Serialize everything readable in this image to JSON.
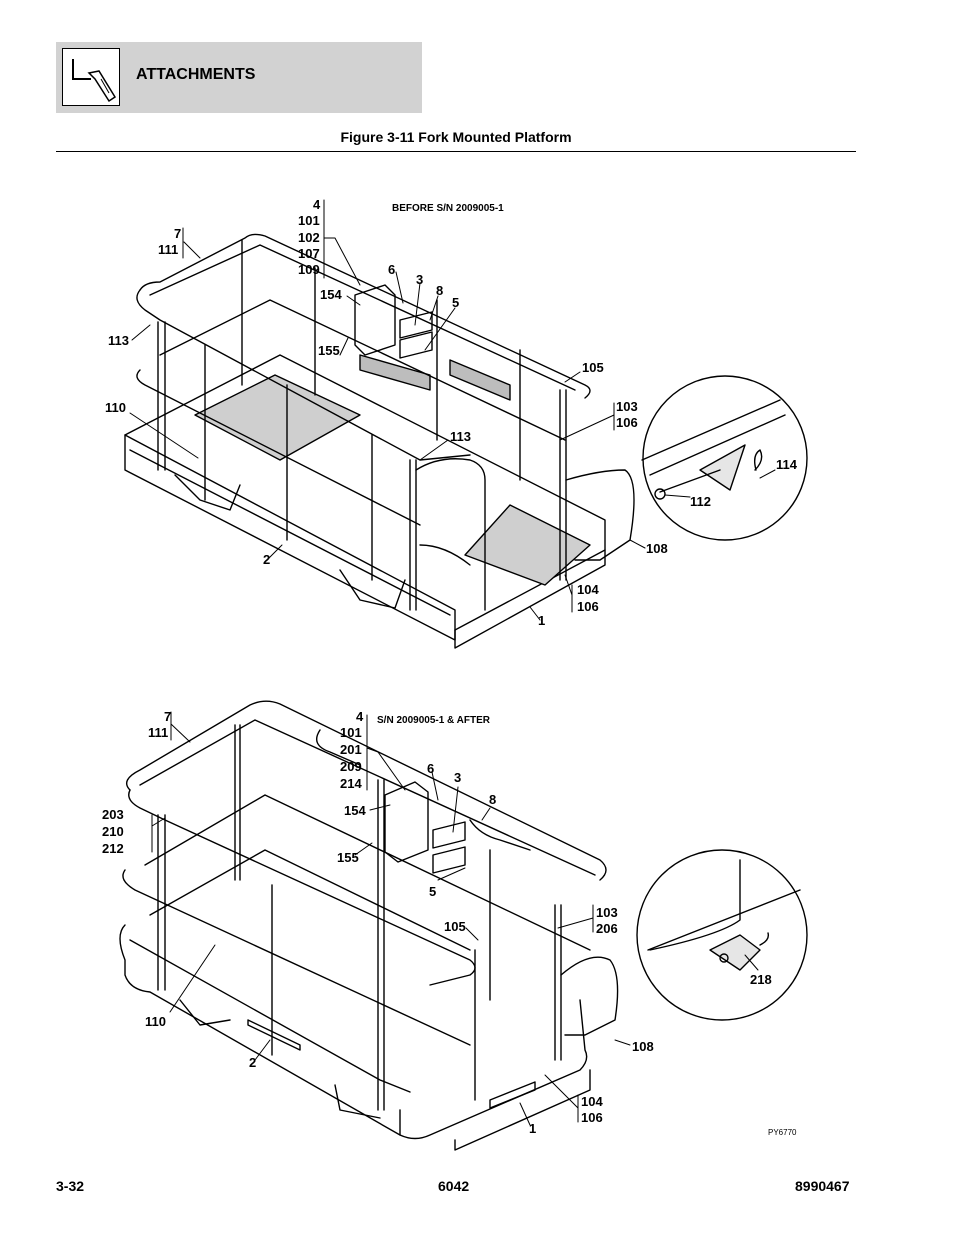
{
  "header": {
    "section_title": "ATTACHMENTS"
  },
  "figure": {
    "title": "Figure 3-11 Fork Mounted Platform"
  },
  "top_view": {
    "caption": "BEFORE S/N 2009005-1",
    "labels": {
      "l4": "4",
      "l101": "101",
      "l102": "102",
      "l107": "107",
      "l109": "109",
      "l7": "7",
      "l111": "111",
      "l6": "6",
      "l3": "3",
      "l8": "8",
      "l5": "5",
      "l154": "154",
      "l113a": "113",
      "l155": "155",
      "l105": "105",
      "l103": "103",
      "l106a": "106",
      "l110": "110",
      "l113b": "113",
      "l114": "114",
      "l112": "112",
      "l108": "108",
      "l2": "2",
      "l104": "104",
      "l106b": "106",
      "l1": "1"
    }
  },
  "bottom_view": {
    "caption": "S/N 2009005-1 & AFTER",
    "labels": {
      "l7": "7",
      "l111": "111",
      "l4": "4",
      "l101": "101",
      "l201": "201",
      "l209": "209",
      "l214": "214",
      "l6": "6",
      "l3": "3",
      "l8": "8",
      "l154": "154",
      "l203": "203",
      "l210": "210",
      "l212": "212",
      "l155": "155",
      "l5": "5",
      "l105": "105",
      "l103": "103",
      "l206": "206",
      "l218": "218",
      "l110": "110",
      "l2": "2",
      "l108": "108",
      "l104": "104",
      "l106": "106",
      "l1": "1"
    },
    "drawing_id": "PY6770"
  },
  "footer": {
    "page": "3-32",
    "model": "6042",
    "part_number": "8990467"
  }
}
